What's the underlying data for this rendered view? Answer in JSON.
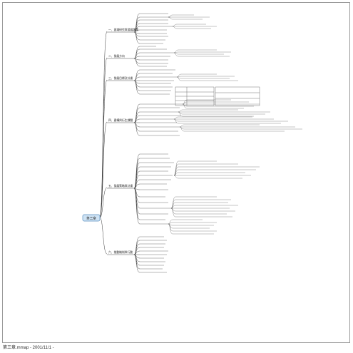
{
  "footer": {
    "caption": "第三章.mmap - 2001/11/1 -"
  },
  "colors": {
    "line": "#3a3a3a",
    "root_fill": "#cfe3f4",
    "root_border": "#5a8fc0",
    "text": "#222222"
  },
  "root": {
    "label": "第三章"
  },
  "branches": [
    {
      "label": "一、區域研究與發展課題"
    },
    {
      "label": "二、發展方向"
    },
    {
      "label": "三、發展目標及計畫"
    },
    {
      "label": "四、建構與衍生課題"
    },
    {
      "label": "五、發展策略與計畫"
    },
    {
      "label": "六、推動機制與行動"
    }
  ]
}
